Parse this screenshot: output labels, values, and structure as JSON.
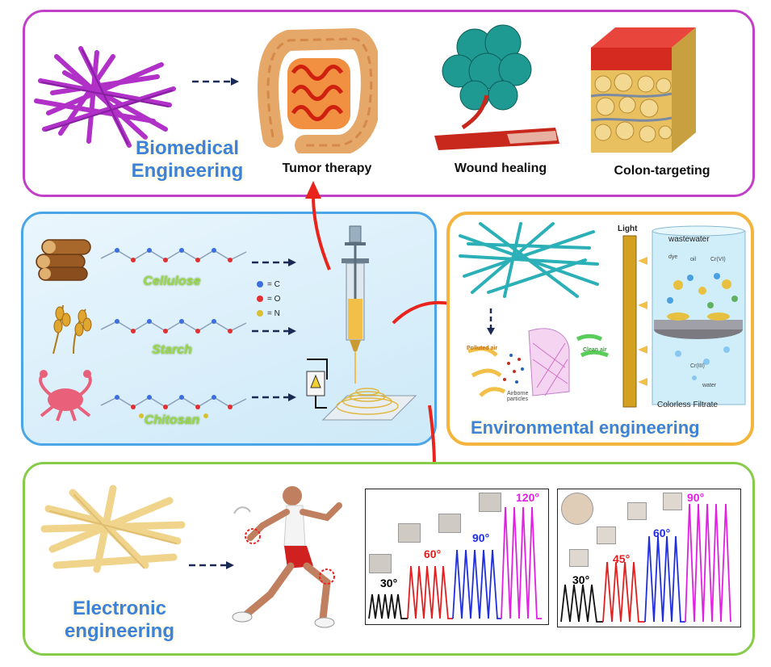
{
  "biomedical": {
    "title_line1": "Biomedical",
    "title_line2": "Engineering",
    "applications": [
      "Tumor therapy",
      "Wound healing",
      "Colon-targeting"
    ]
  },
  "center": {
    "polysaccharides": [
      "Cellulose",
      "Starch",
      "Chitosan"
    ],
    "legend": [
      {
        "symbol": "= C",
        "color": "#3b6fe0"
      },
      {
        "symbol": "= O",
        "color": "#e03030"
      },
      {
        "symbol": "= N",
        "color": "#d8c030"
      }
    ]
  },
  "environmental": {
    "title": "Environmental engineering",
    "labels": {
      "light": "Light",
      "wastewater": "wastewater",
      "dye": "dye",
      "oil": "oil",
      "crvi": "Cr(VI)",
      "polluted_air": "Polluted air",
      "clean_air": "Clean air",
      "airborne": "Airborne particles",
      "water": "water",
      "cr3": "Cr(III)",
      "filtrate": "Colorless Filtrate"
    }
  },
  "electronic": {
    "title_line1": "Electronic",
    "title_line2": "engineering",
    "chart1_angles": [
      {
        "label": "30°",
        "color": "#111111"
      },
      {
        "label": "60°",
        "color": "#e02020"
      },
      {
        "label": "90°",
        "color": "#1f2fe0"
      },
      {
        "label": "120°",
        "color": "#e020e0"
      }
    ],
    "chart2_angles": [
      {
        "label": "30°",
        "color": "#111111"
      },
      {
        "label": "45°",
        "color": "#e02020"
      },
      {
        "label": "60°",
        "color": "#1f2fe0"
      },
      {
        "label": "90°",
        "color": "#e020e0"
      }
    ]
  },
  "colors": {
    "bio_border": "#c040c8",
    "center_border": "#4aa6e6",
    "env_border": "#f3b53d",
    "elec_border": "#86cc4a",
    "arrow_red": "#e8241c",
    "title_blue": "#3d82d6"
  }
}
